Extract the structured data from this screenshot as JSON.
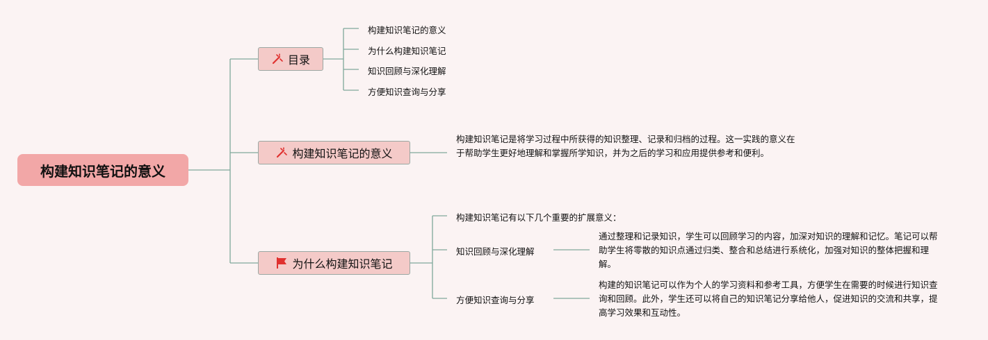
{
  "root": {
    "label": "构建知识笔记的意义"
  },
  "topics": [
    {
      "label": "目录",
      "icon": "magic-wand-icon",
      "children": [
        "构建知识笔记的意义",
        "为什么构建知识笔记",
        "知识回顾与深化理解",
        "方便知识查询与分享"
      ]
    },
    {
      "label": "构建知识笔记的意义",
      "icon": "magic-wand-icon",
      "text": "构建知识笔记是将学习过程中所获得的知识整理、记录和归档的过程。这一实践的意义在于帮助学生更好地理解和掌握所学知识，并为之后的学习和应用提供参考和便利。"
    },
    {
      "label": "为什么构建知识笔记",
      "icon": "red-flag-icon",
      "intro": "构建知识笔记有以下几个重要的扩展意义：",
      "subtopics": [
        {
          "label": "知识回顾与深化理解",
          "text": "通过整理和记录知识，学生可以回顾学习的内容，加深对知识的理解和记忆。笔记可以帮助学生将零散的知识点通过归类、整合和总结进行系统化，加强对知识的整体把握和理解。"
        },
        {
          "label": "方便知识查询与分享",
          "text": "构建的知识笔记可以作为个人的学习资料和参考工具，方便学生在需要的时候进行知识查询和回顾。此外，学生还可以将自己的知识笔记分享给他人，促进知识的交流和共享，提高学习效果和互动性。"
        }
      ]
    }
  ],
  "colors": {
    "background": "#fbf3f3",
    "root": "#f2a7a7",
    "topic": "#f4cac8",
    "line": "#7fa89a",
    "icon": "#e0312f"
  }
}
